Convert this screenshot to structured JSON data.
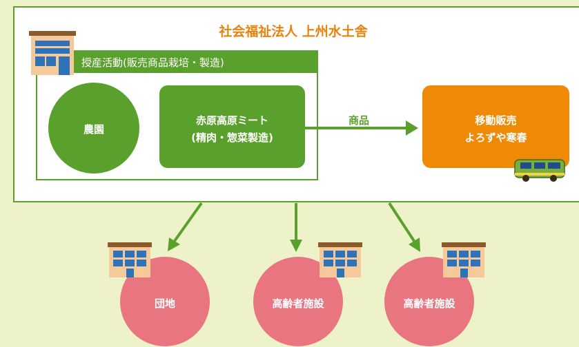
{
  "title": "社会福祉法人 上州水土舎",
  "section_label": "授産活動(販売商品栽培・製造)",
  "farm": "農園",
  "meat": {
    "line1": "赤原高原ミート",
    "line2": "(精肉・惣菜製造)"
  },
  "arrow_label": "商品",
  "mobile": {
    "line1": "移動販売",
    "line2": "よろずや寒春"
  },
  "destinations": [
    "団地",
    "高齢者施設",
    "高齢者施設"
  ],
  "colors": {
    "background": "#eef2c8",
    "frame": "#5aa02c",
    "green": "#5aa02c",
    "title": "#e8820c",
    "orange": "#ef8a06",
    "pink": "#e8757f",
    "white": "#ffffff"
  },
  "icons": [
    "building-icon",
    "van-icon"
  ]
}
